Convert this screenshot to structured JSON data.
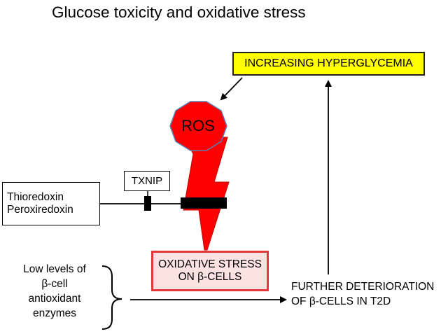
{
  "title": "Glucose toxicity and oxidative stress",
  "nodes": {
    "hyperglycemia": "INCREASING HYPERGLYCEMIA",
    "ros": "ROS",
    "txnip": "TXNIP",
    "thioredoxin": [
      "Thioredoxin",
      "Peroxiredoxin"
    ],
    "oxidative_stress": [
      "OXIDATIVE STRESS",
      "ON β-CELLS"
    ],
    "low_levels": [
      "Low levels of",
      "β-cell",
      "antioxidant",
      "enzymes"
    ],
    "further_deterioration": [
      "FURTHER DETERIORATION",
      "OF β-CELLS IN T2D"
    ]
  },
  "colors": {
    "ros_fill": "#ff0000",
    "ros_outline": "#5b7fb8",
    "hyperglycemia_fill": "#ffff00",
    "oxidative_fill": "#fde2e2",
    "oxidative_border": "#e5383b",
    "line": "#000000"
  },
  "icons": [
    "lightning-bolt-icon",
    "octagon-icon",
    "curly-brace-icon",
    "arrow-icon"
  ]
}
